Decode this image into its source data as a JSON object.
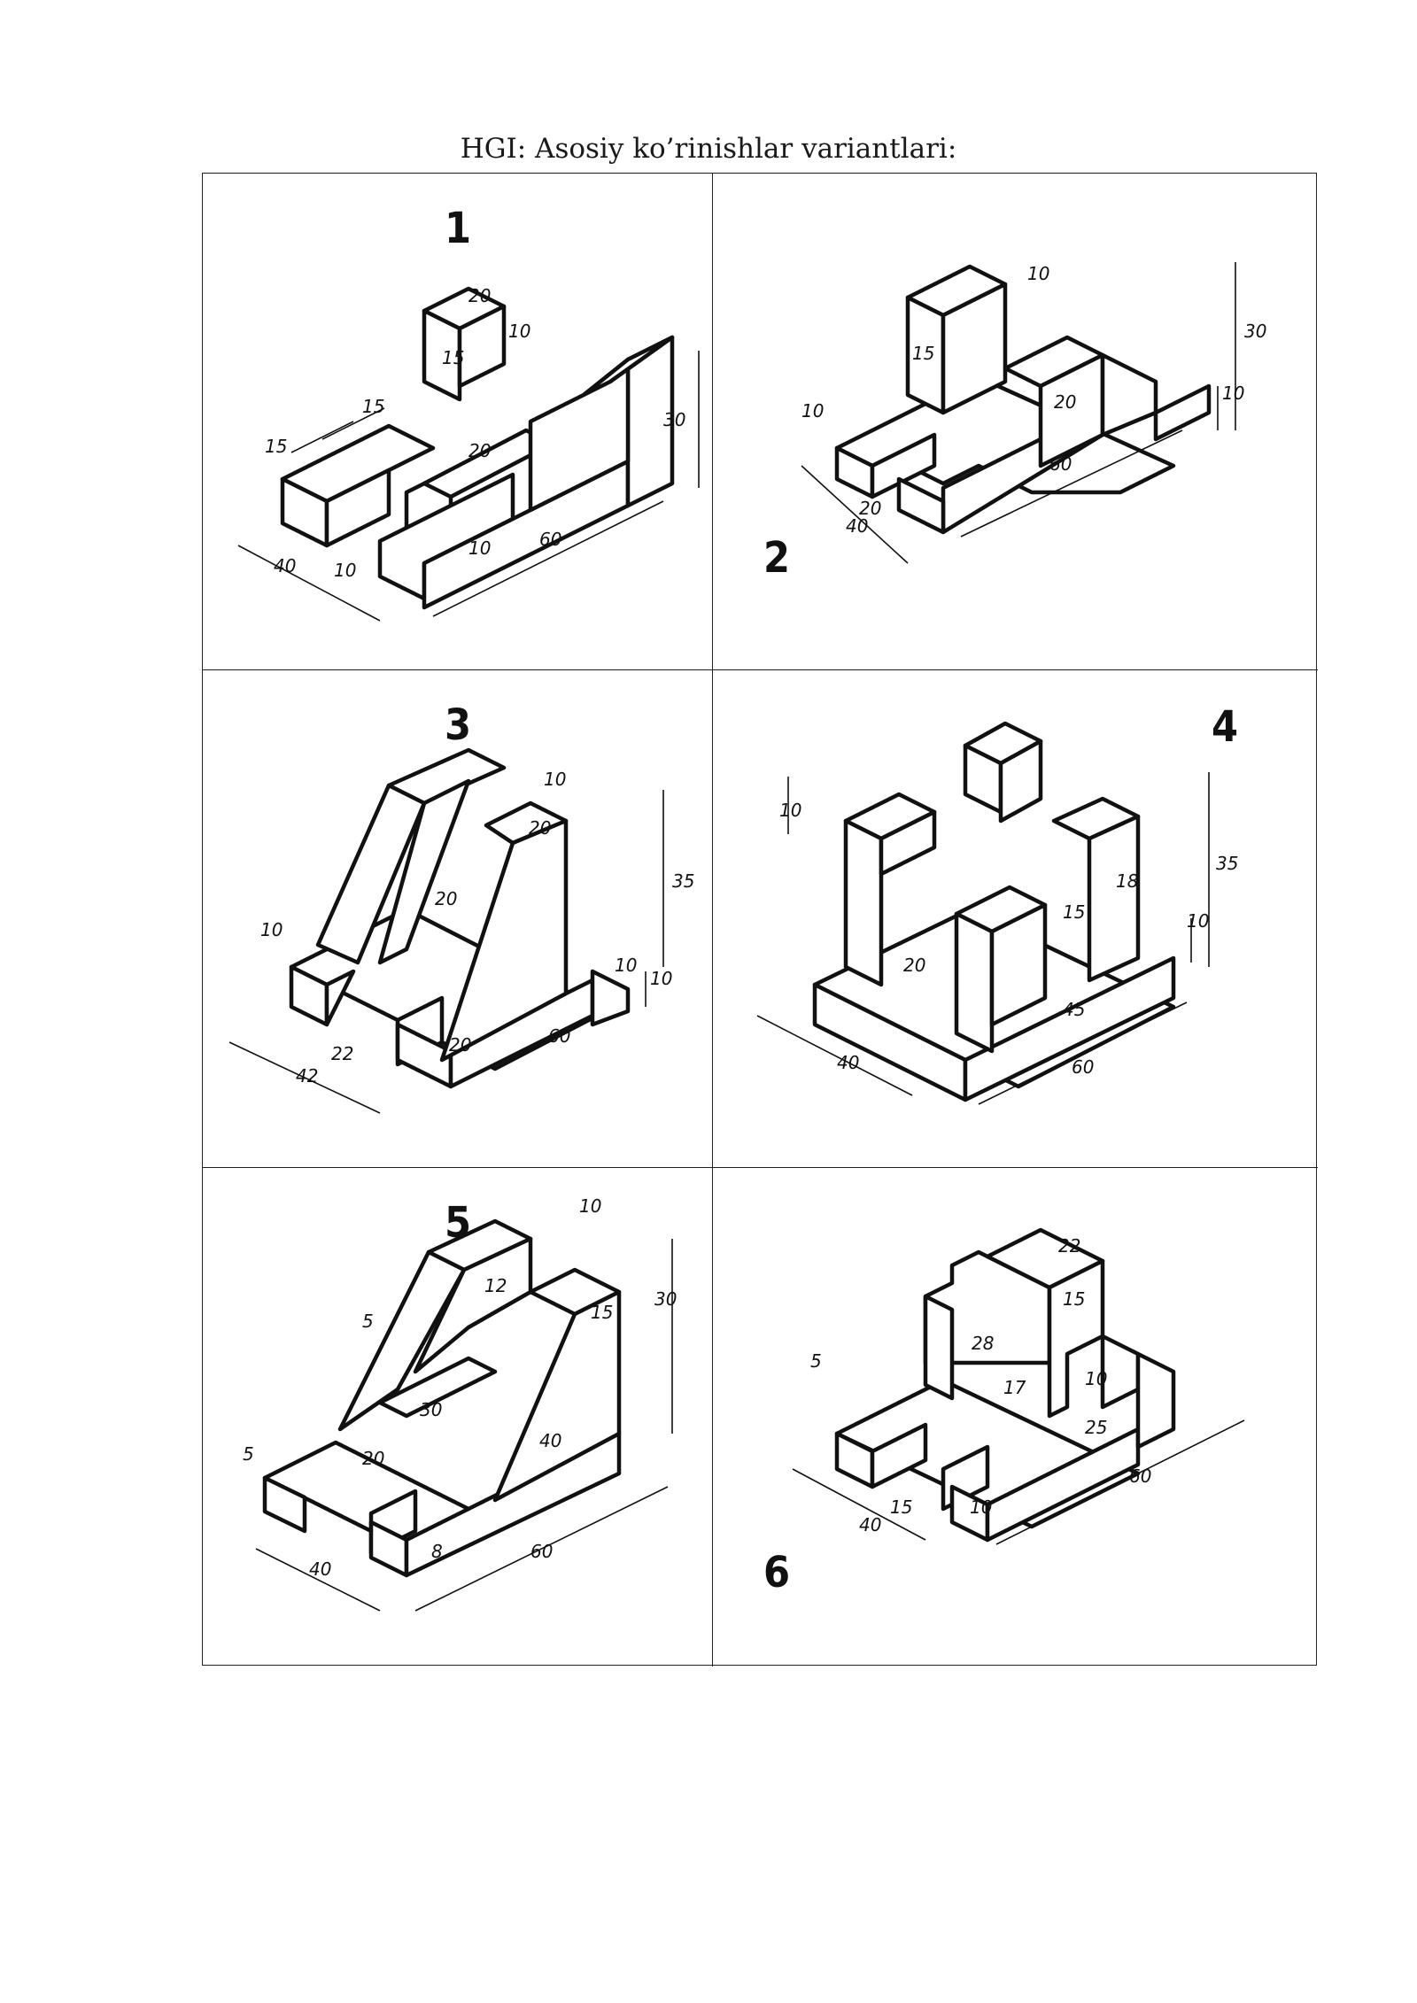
{
  "title": "HGI: Asosiy ko’rinishlar variantlari:",
  "variants": [
    {
      "number": "1",
      "dims": [
        "20",
        "10",
        "15",
        "15",
        "15",
        "20",
        "30",
        "40",
        "10",
        "10",
        "60"
      ]
    },
    {
      "number": "2",
      "dims": [
        "10",
        "15",
        "30",
        "10",
        "10",
        "20",
        "60",
        "20",
        "40"
      ]
    },
    {
      "number": "3",
      "dims": [
        "10",
        "20",
        "20",
        "35",
        "10",
        "10",
        "10",
        "22",
        "42",
        "20",
        "60"
      ]
    },
    {
      "number": "4",
      "dims": [
        "10",
        "35",
        "10",
        "15",
        "18",
        "20",
        "45",
        "40",
        "60"
      ]
    },
    {
      "number": "5",
      "dims": [
        "10",
        "5",
        "12",
        "15",
        "30",
        "30",
        "5",
        "20",
        "40",
        "40",
        "8",
        "60"
      ]
    },
    {
      "number": "6",
      "dims": [
        "22",
        "15",
        "28",
        "17",
        "10",
        "25",
        "5",
        "60",
        "15",
        "40",
        "10"
      ]
    }
  ]
}
